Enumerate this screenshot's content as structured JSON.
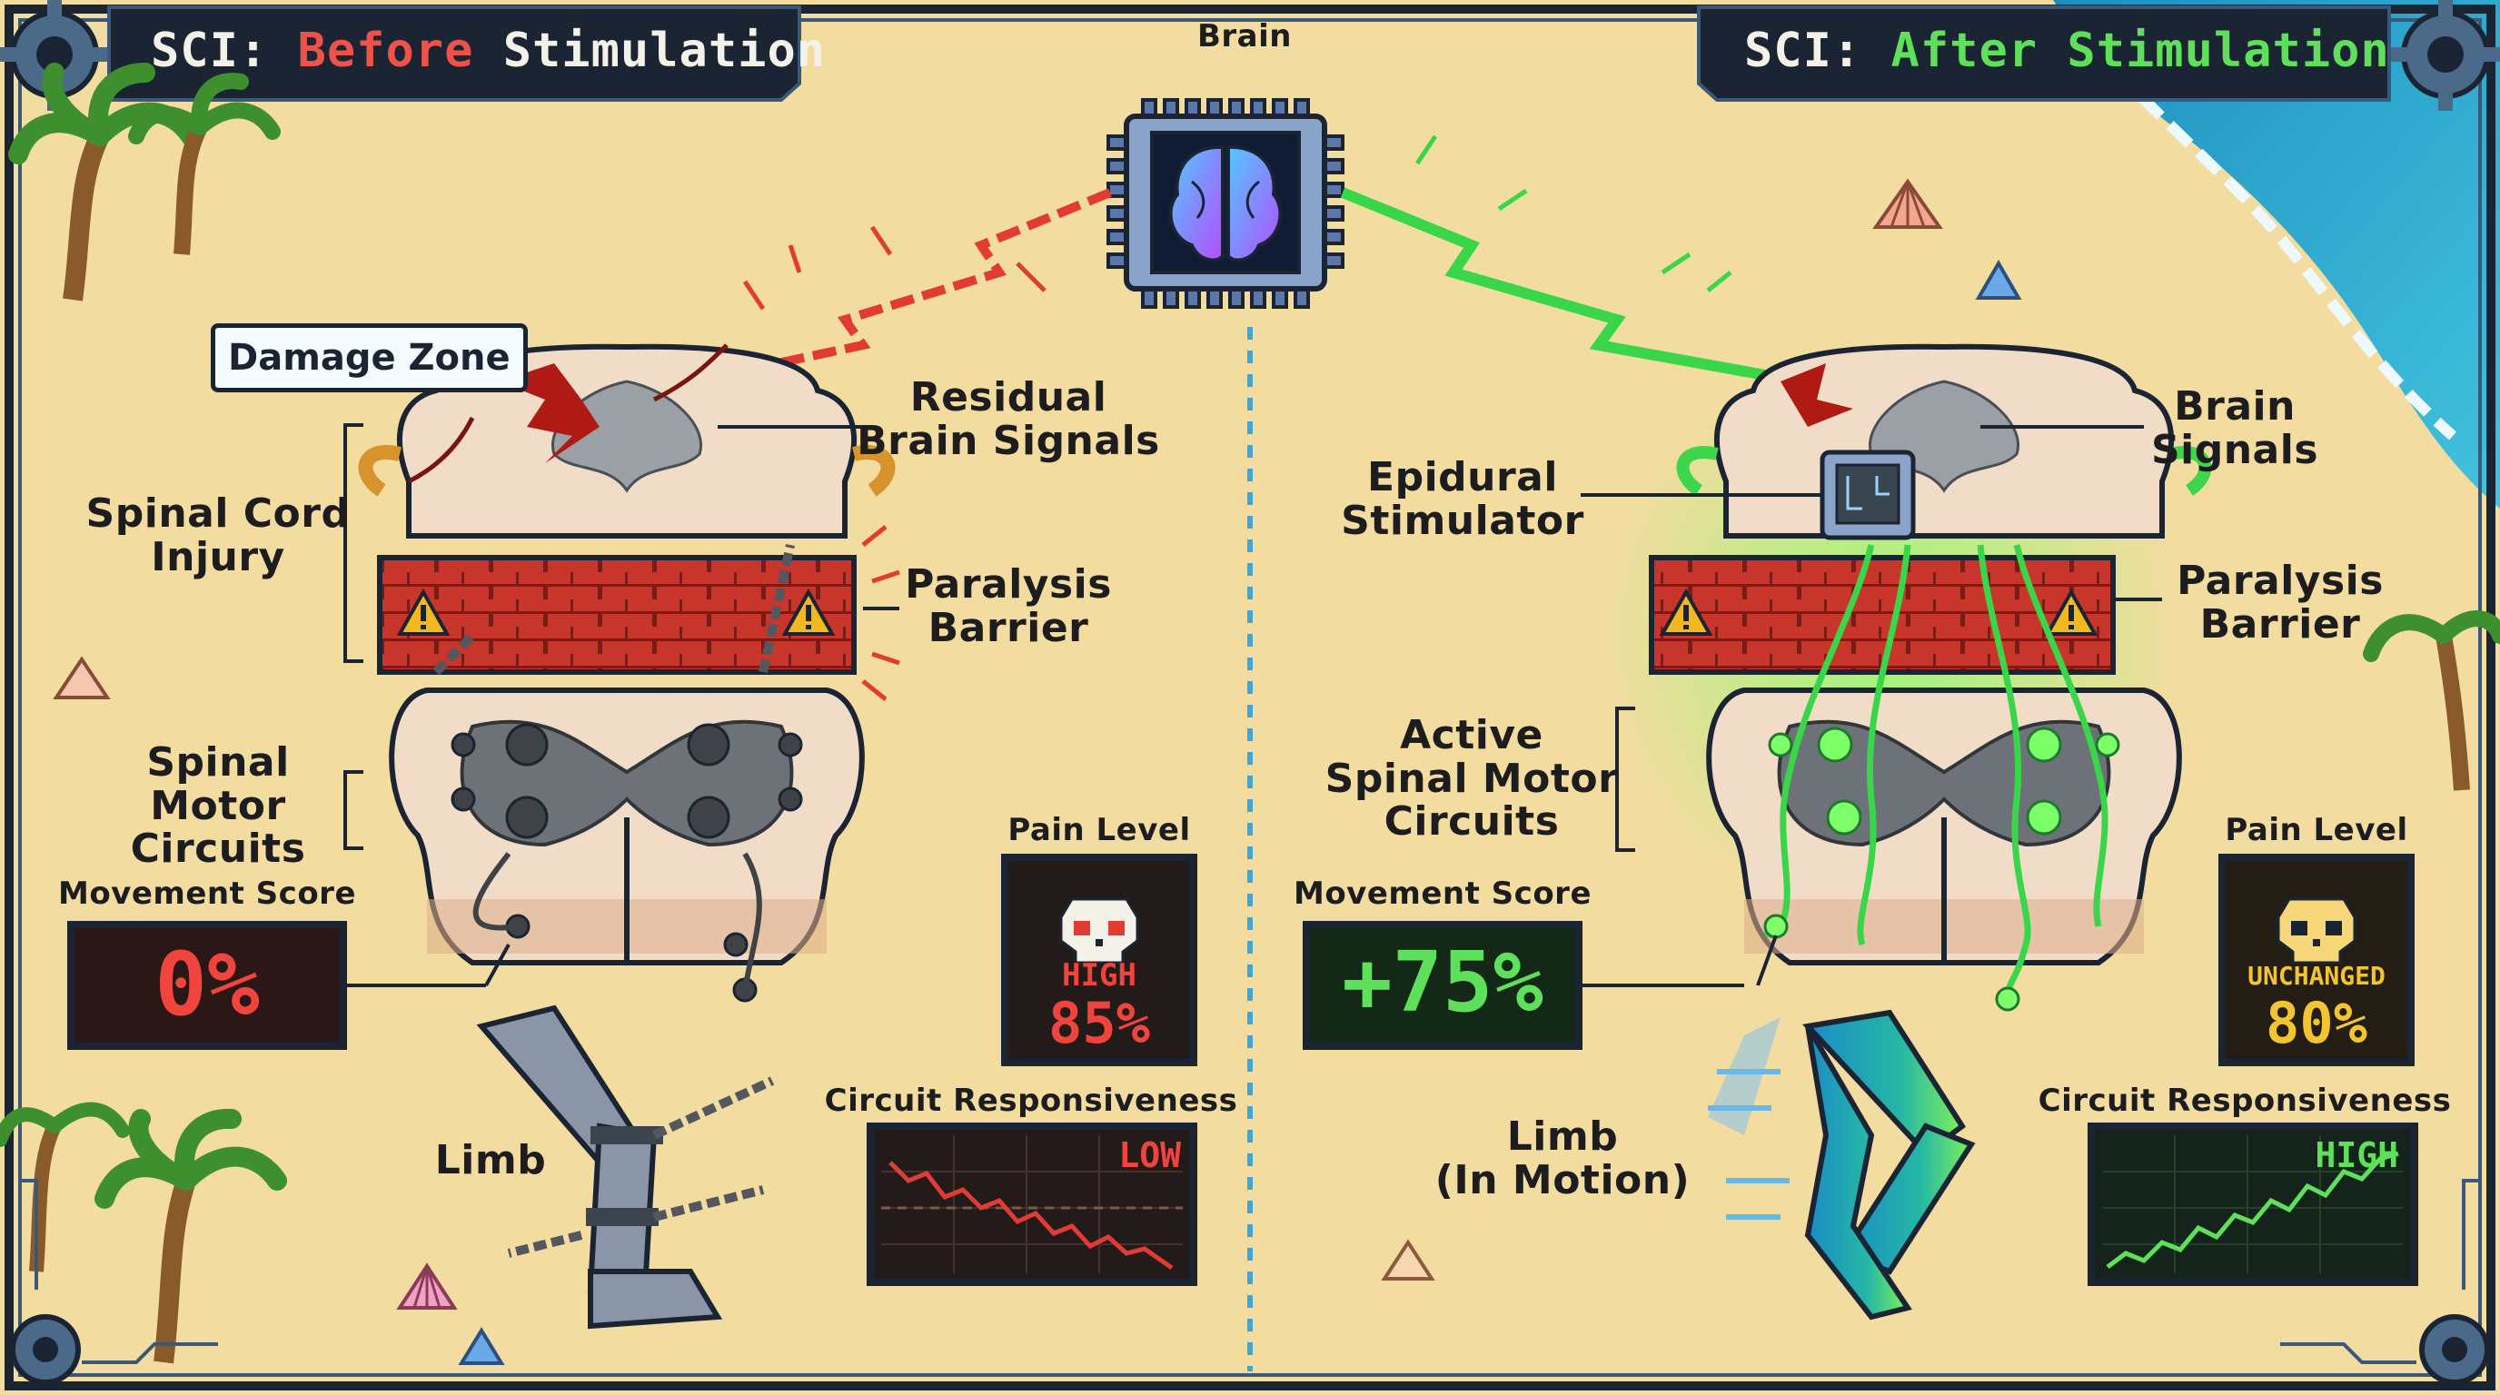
{
  "brain": {
    "label": "Brain"
  },
  "before": {
    "banner_prefix": "SCI: ",
    "banner_state": "Before",
    "banner_suffix": " Stimulation",
    "damage_zone": "Damage Zone",
    "residual_signals": [
      "Residual",
      "Brain Signals"
    ],
    "spinal_cord_injury": [
      "Spinal Cord",
      "Injury"
    ],
    "paralysis_barrier": [
      "Paralysis",
      "Barrier"
    ],
    "spinal_motor_circuits": [
      "Spinal Motor",
      "Circuits"
    ],
    "movement_score": {
      "label": "Movement Score",
      "value": "0%"
    },
    "limb": "Limb",
    "pain": {
      "label": "Pain Level",
      "status": "HIGH",
      "value": "85%"
    },
    "circuit": {
      "label": "Circuit Responsiveness",
      "status": "LOW"
    }
  },
  "after": {
    "banner_prefix": "SCI: ",
    "banner_state": "After Stimulation",
    "brain_signals": [
      "Brain",
      "Signals"
    ],
    "epidural_stimulator": [
      "Epidural",
      "Stimulator"
    ],
    "paralysis_barrier": [
      "Paralysis",
      "Barrier"
    ],
    "active_circuits": [
      "Active",
      "Spinal Motor",
      "Circuits"
    ],
    "movement_score": {
      "label": "Movement Score",
      "value": "+75%"
    },
    "limb": [
      "Limb",
      "(In Motion)"
    ],
    "pain": {
      "label": "Pain Level",
      "status": "UNCHANGED",
      "value": "80%"
    },
    "circuit": {
      "label": "Circuit Responsiveness",
      "status": "HIGH"
    }
  },
  "colors": {
    "sand": "#f3dca0",
    "panel": "#1b2433",
    "red_signal": "#e23b33",
    "green_signal": "#39d64a",
    "water": "#2aa0c8",
    "brick": "#c8362b"
  },
  "icons": [
    "gear-icon",
    "chip-icon",
    "brain-icon",
    "skull-icon",
    "warning-icon",
    "palm-tree-icon",
    "shell-icon",
    "chain-icon"
  ]
}
